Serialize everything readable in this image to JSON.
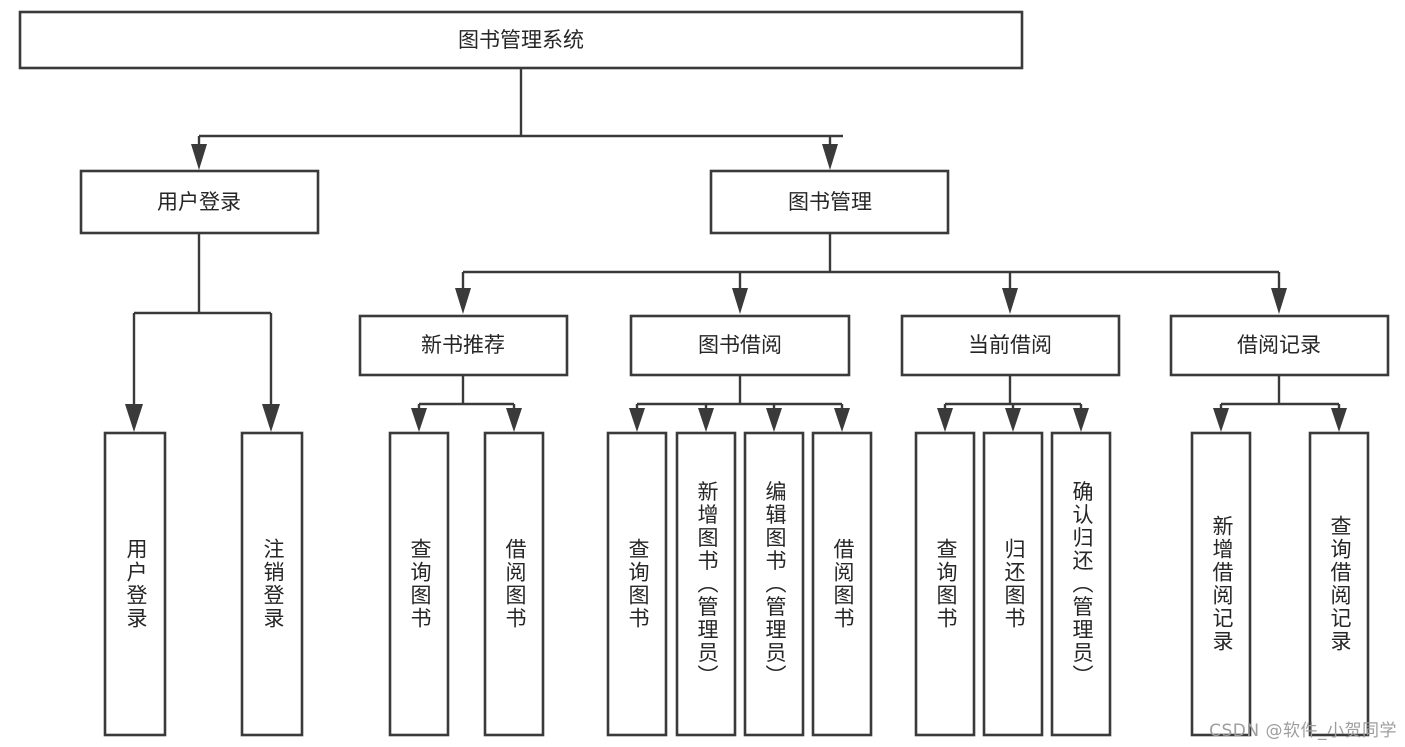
{
  "diagram": {
    "type": "tree-hierarchy",
    "title": "图书管理系统",
    "orientation": "top-down",
    "colors": {
      "box_stroke": "#3a3a3a",
      "box_fill": "#ffffff",
      "connector": "#3a3a3a",
      "label": "#262626",
      "background": "#ffffff",
      "watermark": "#9e9e9e"
    },
    "root": {
      "label": "图书管理系统"
    },
    "level2": [
      {
        "label": "用户登录"
      },
      {
        "label": "图书管理"
      }
    ],
    "level3": [
      {
        "label": "新书推荐"
      },
      {
        "label": "图书借阅"
      },
      {
        "label": "当前借阅"
      },
      {
        "label": "借阅记录"
      }
    ],
    "leaves_user_login": [
      {
        "label": "用户登录"
      },
      {
        "label": "注销登录"
      }
    ],
    "leaves_new_book": [
      {
        "label": "查询图书"
      },
      {
        "label": "借阅图书"
      }
    ],
    "leaves_borrow_book": [
      {
        "label": "查询图书"
      },
      {
        "label": "新增图书（管理员）"
      },
      {
        "label": "编辑图书（管理员）"
      },
      {
        "label": "借阅图书"
      }
    ],
    "leaves_current_borrow": [
      {
        "label": "查询图书"
      },
      {
        "label": "归还图书"
      },
      {
        "label": "确认归还（管理员）"
      }
    ],
    "leaves_borrow_record": [
      {
        "label": "新增借阅记录"
      },
      {
        "label": "查询借阅记录"
      }
    ]
  },
  "watermark": {
    "text": "CSDN @软件_小贺同学"
  }
}
